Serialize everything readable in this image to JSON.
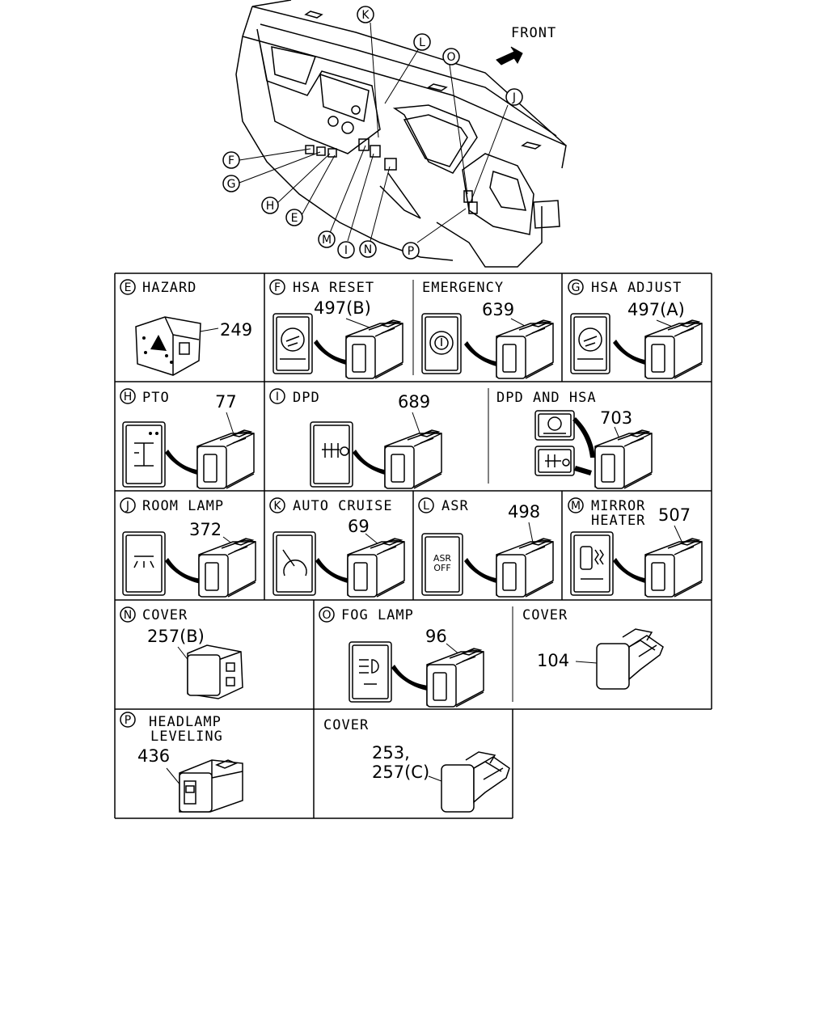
{
  "header": {
    "front_label": "FRONT"
  },
  "overview_callouts": [
    "K",
    "L",
    "O",
    "J",
    "F",
    "G",
    "H",
    "E",
    "M",
    "I",
    "N",
    "P"
  ],
  "cells": {
    "E": {
      "letter": "E",
      "title": "HAZARD",
      "part": "249"
    },
    "F": {
      "letter": "F",
      "title": "HSA RESET",
      "part": "497(B)"
    },
    "F2": {
      "title": "EMERGENCY",
      "part": "639"
    },
    "G": {
      "letter": "G",
      "title": "HSA ADJUST",
      "part": "497(A)"
    },
    "H": {
      "letter": "H",
      "title": "PTO",
      "part": "77"
    },
    "I": {
      "letter": "I",
      "title": "DPD",
      "part": "689"
    },
    "I2": {
      "title": "DPD AND HSA",
      "part": "703"
    },
    "J": {
      "letter": "J",
      "title": "ROOM LAMP",
      "part": "372"
    },
    "K": {
      "letter": "K",
      "title": "AUTO CRUISE",
      "part": "69"
    },
    "L": {
      "letter": "L",
      "title": "ASR",
      "part": "498",
      "switch_text_1": "ASR",
      "switch_text_2": "OFF"
    },
    "M": {
      "letter": "M",
      "title_1": "MIRROR",
      "title_2": "HEATER",
      "part": "507"
    },
    "N": {
      "letter": "N",
      "title": "COVER",
      "part": "257(B)"
    },
    "O": {
      "letter": "O",
      "title": "FOG LAMP",
      "part": "96"
    },
    "O2": {
      "title": "COVER",
      "part": "104"
    },
    "P": {
      "letter": "P",
      "title_1": "HEADLAMP",
      "title_2": "LEVELING",
      "part": "436"
    },
    "P2": {
      "title": "COVER",
      "part_1": "253,",
      "part_2": "257(C)"
    }
  }
}
